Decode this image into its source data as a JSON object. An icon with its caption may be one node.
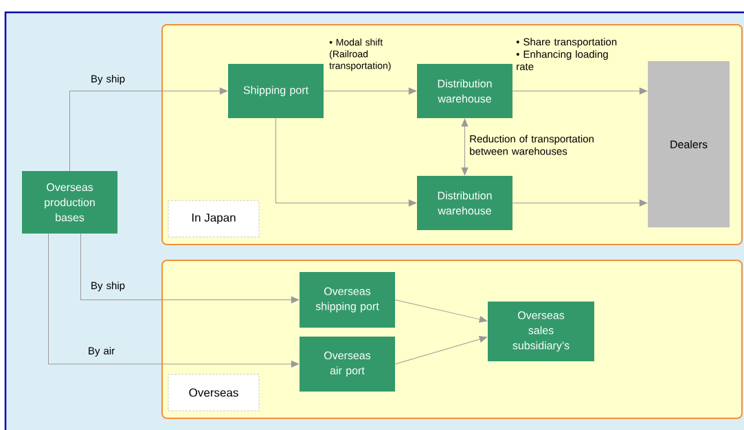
{
  "diagram": {
    "nodes": [
      {
        "text": [
          "In Japan"
        ]
      },
      {
        "text": [
          "Overseas"
        ]
      },
      {
        "text": [
          "Overseas production bases"
        ]
      },
      {
        "text": [
          "Shipping port"
        ],
        "in": 0
      },
      {
        "text": [
          "Distribution warehouse"
        ],
        "in": 0
      },
      {
        "text": [
          "Dealers"
        ],
        "in": 0
      },
      {
        "text": [
          "Distribution warehouse"
        ],
        "in": 0
      },
      {
        "text": [
          "Overseas shipping port"
        ],
        "in": 1
      },
      {
        "text": [
          "Overseas air port"
        ],
        "in": 1
      },
      {
        "text": [
          "Overseas sales subsidiary’s"
        ],
        "in": 1
      }
    ],
    "edges": [
      {
        "from": 2,
        "to": 3,
        "arrow": "to",
        "label": "By ship"
      },
      {
        "from": 3,
        "to": 4,
        "arrow": "to",
        "label": "• Modal shift (Railroad transportation)"
      },
      {
        "from": 4,
        "to": 5,
        "arrow": "to",
        "label": "• Share transportation • Enhancing loading rate"
      },
      {
        "from": 4,
        "to": 6,
        "arrow": "both",
        "label": "Reduction of transportation between warehouses"
      },
      {
        "from": 3,
        "to": 6,
        "arrow": "to"
      },
      {
        "from": 6,
        "to": 5,
        "arrow": "to"
      },
      {
        "from": 2,
        "to": 7,
        "arrow": "to",
        "label": "By ship"
      },
      {
        "from": 2,
        "to": 8,
        "arrow": "to",
        "label": "By air"
      },
      {
        "from": 7,
        "to": 9,
        "arrow": "to"
      },
      {
        "from": 8,
        "to": 9,
        "arrow": "to"
      }
    ]
  }
}
